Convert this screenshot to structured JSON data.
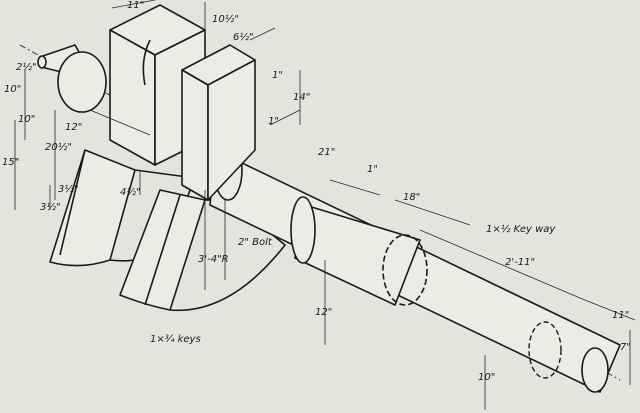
{
  "drawing": {
    "title": "Crank shaft isometric drawing",
    "labels": {
      "block_width": "11\"",
      "block_depth": "10½\"",
      "web_thickness": "6½\"",
      "top_small": "1\"",
      "web_height": "14\"",
      "journal_gap": "1\"",
      "shaft_len_a": "21\"",
      "collar": "1\"",
      "shaft_len_b": "18\"",
      "keyway": "1×½ Key way",
      "shaft_len_c": "2'-11\"",
      "end_len": "11\"",
      "end_dia": "7\"",
      "dia_10": "10\"",
      "dia_12": "12\"",
      "keys": "1×¾ keys",
      "radius": "3'-4\"R",
      "bolt": "2\" Bolt",
      "dim_4_5": "4½\"",
      "dim_3_5a": "3½\"",
      "dim_3_5b": "3½\"",
      "dim_15": "15\"",
      "dim_10_left": "10\"",
      "dim_20_5": "20½\"",
      "dim_12_left": "12\"",
      "dim_2_5": "2½\"",
      "dim_10_small": "10\""
    }
  }
}
